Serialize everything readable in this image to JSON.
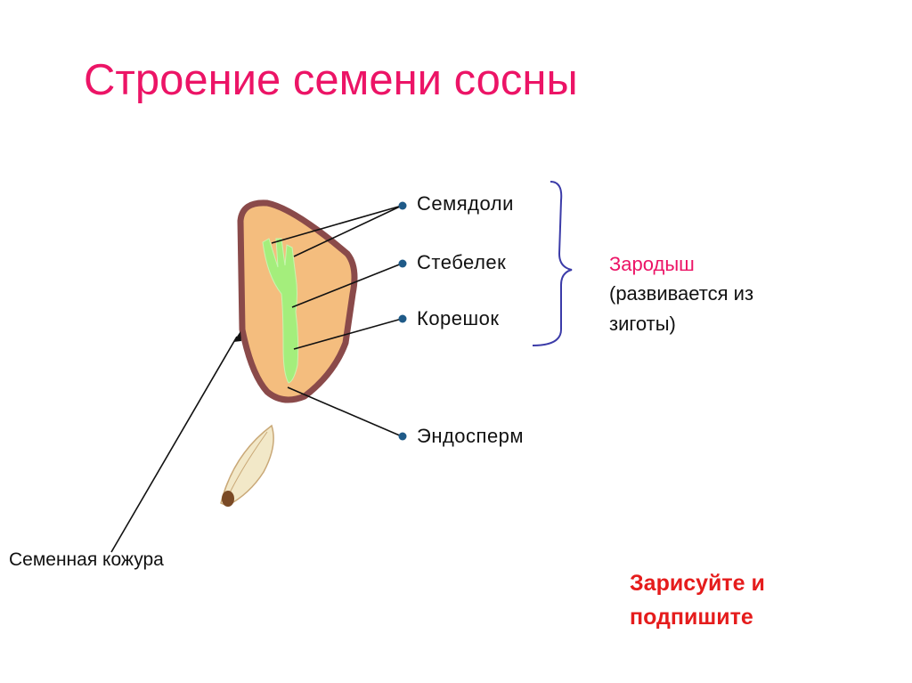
{
  "title": "Строение семени сосны",
  "labels": {
    "cotyledons": "Семядоли",
    "stem": "Стебелек",
    "root": "Корешок",
    "endosperm": "Эндосперм",
    "seed_coat": "Семенная кожура"
  },
  "embryo": {
    "title": "Зародыш",
    "line1": "(развивается из",
    "line2": "зиготы)"
  },
  "task": {
    "line1": "Зарисуйте и",
    "line2": "подпишите"
  },
  "colors": {
    "title": "#ec1466",
    "task": "#e51c1c",
    "bracket": "#3b3ba8",
    "seed_fill": "#f4bd7e",
    "seed_border": "#8a4a4a",
    "embryo": "#a4ee7c"
  }
}
